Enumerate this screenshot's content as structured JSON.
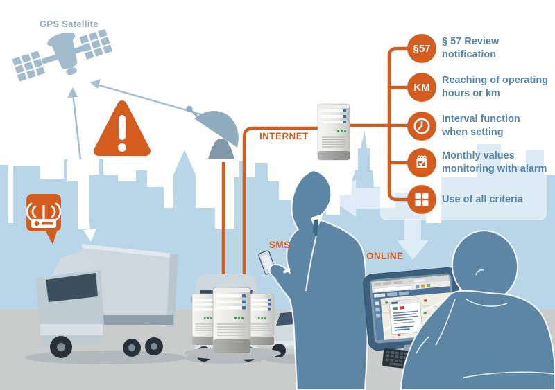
{
  "labels": {
    "gps_satellite": "GPS Satellite",
    "internet": "INTERNET",
    "sms": "SMS",
    "online": "ONLINE"
  },
  "features": [
    {
      "badge": "§57",
      "icon": "section-57-badge",
      "text": "§ 57 Review\nnotification"
    },
    {
      "badge": "KM",
      "icon": "km-badge",
      "text": "Reaching of operating\nhours or km"
    },
    {
      "badge": "",
      "icon": "clock-icon",
      "text": "Interval function\nwhen setting"
    },
    {
      "badge": "",
      "icon": "calendar-check-icon",
      "text": "Monthly values\nmonitoring with alarm"
    },
    {
      "badge": "",
      "icon": "grid-icon",
      "text": "Use of all criteria"
    }
  ],
  "colors": {
    "accent_orange": "#d35c1e",
    "text_blue": "#5585aa",
    "sky_blue": "#b8d6e8",
    "silhouette_blue": "#5d86a4",
    "ground_gray": "#c9cccb",
    "label_gray": "#93aaba",
    "led_green": "#3f9e4d",
    "led_blue": "#3a6fae"
  }
}
